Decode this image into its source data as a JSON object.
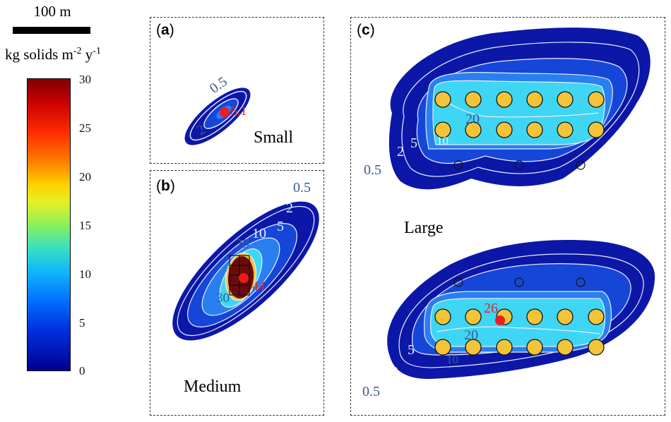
{
  "scalebar": {
    "label": "100 m"
  },
  "colorbar": {
    "unit_text": "kg solids m",
    "exp1": "-2",
    "mid": " y",
    "exp2": "-1",
    "ticks": [
      "30",
      "25",
      "20",
      "15",
      "10",
      "5",
      "0"
    ]
  },
  "panels": {
    "a": {
      "tag": "(a)",
      "tag_letter": "a",
      "size_label": "Small",
      "contours": [
        "0.5",
        "2"
      ],
      "peak": "5.1"
    },
    "b": {
      "tag": "(b)",
      "tag_letter": "b",
      "size_label": "Medium",
      "contours": [
        "0.5",
        "2",
        "5",
        "10",
        "20",
        "30"
      ],
      "peak": "44"
    },
    "c": {
      "tag": "(c)",
      "tag_letter": "c",
      "size_label": "Large",
      "top_contours": [
        "0.5",
        "2",
        "5",
        "10",
        "20"
      ],
      "bottom_contours": [
        "0.5",
        "2",
        "5",
        "10",
        "20"
      ],
      "peak": "26"
    }
  },
  "colors": {
    "dark_blue": "#0c17a8",
    "blue": "#1546d8",
    "mid_blue": "#2a7ff0",
    "light_blue": "#29b8f4",
    "cyan": "#3fd6f6",
    "yellow": "#f3c43a",
    "dark_red": "#6e0a0a",
    "peak_red": "#ee1c1c",
    "contour_white": "#e8eefa",
    "label_blue": "#3a5a8c"
  }
}
